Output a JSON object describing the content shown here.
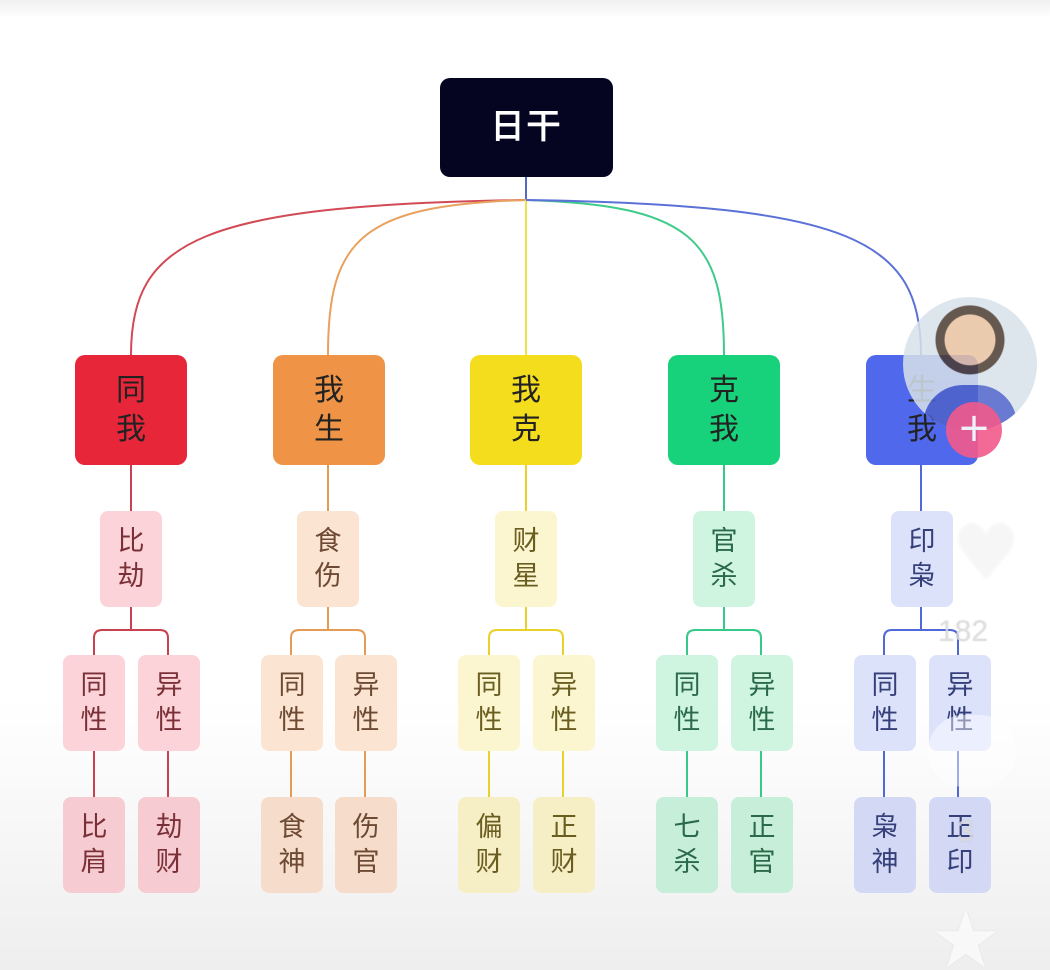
{
  "root": {
    "label": "日干"
  },
  "colors": {
    "root": "#050522",
    "groups": [
      "#e8263a",
      "#ef9447",
      "#f3dd1c",
      "#17d27a",
      "#4f68ec"
    ],
    "line_dark": [
      "#c8414f",
      "#e59a55",
      "#e8d22a",
      "#35c98a",
      "#5068d8"
    ]
  },
  "groups": [
    {
      "category": [
        "同",
        "我"
      ],
      "sub": [
        "比",
        "劫"
      ],
      "gender": [
        [
          "同",
          "性"
        ],
        [
          "异",
          "性"
        ]
      ],
      "gods": [
        [
          "比",
          "肩"
        ],
        [
          "劫",
          "财"
        ]
      ]
    },
    {
      "category": [
        "我",
        "生"
      ],
      "sub": [
        "食",
        "伤"
      ],
      "gender": [
        [
          "同",
          "性"
        ],
        [
          "异",
          "性"
        ]
      ],
      "gods": [
        [
          "食",
          "神"
        ],
        [
          "伤",
          "官"
        ]
      ]
    },
    {
      "category": [
        "我",
        "克"
      ],
      "sub": [
        "财",
        "星"
      ],
      "gender": [
        [
          "同",
          "性"
        ],
        [
          "异",
          "性"
        ]
      ],
      "gods": [
        [
          "偏",
          "财"
        ],
        [
          "正",
          "财"
        ]
      ]
    },
    {
      "category": [
        "克",
        "我"
      ],
      "sub": [
        "官",
        "杀"
      ],
      "gender": [
        [
          "同",
          "性"
        ],
        [
          "异",
          "性"
        ]
      ],
      "gods": [
        [
          "七",
          "杀"
        ],
        [
          "正",
          "官"
        ]
      ]
    },
    {
      "category": [
        "生",
        "我"
      ],
      "sub": [
        "印",
        "枭"
      ],
      "gender": [
        [
          "同",
          "性"
        ],
        [
          "异",
          "性"
        ]
      ],
      "gods": [
        [
          "枭",
          "神"
        ],
        [
          "正",
          "印"
        ]
      ]
    }
  ],
  "overlay": {
    "follow_icon": "plus-icon",
    "follow_symbol": "+",
    "like_icon": "heart-icon",
    "like_count": "182",
    "comment_icon": "comment-icon",
    "comment_count": "3",
    "favorite_icon": "star-icon"
  }
}
